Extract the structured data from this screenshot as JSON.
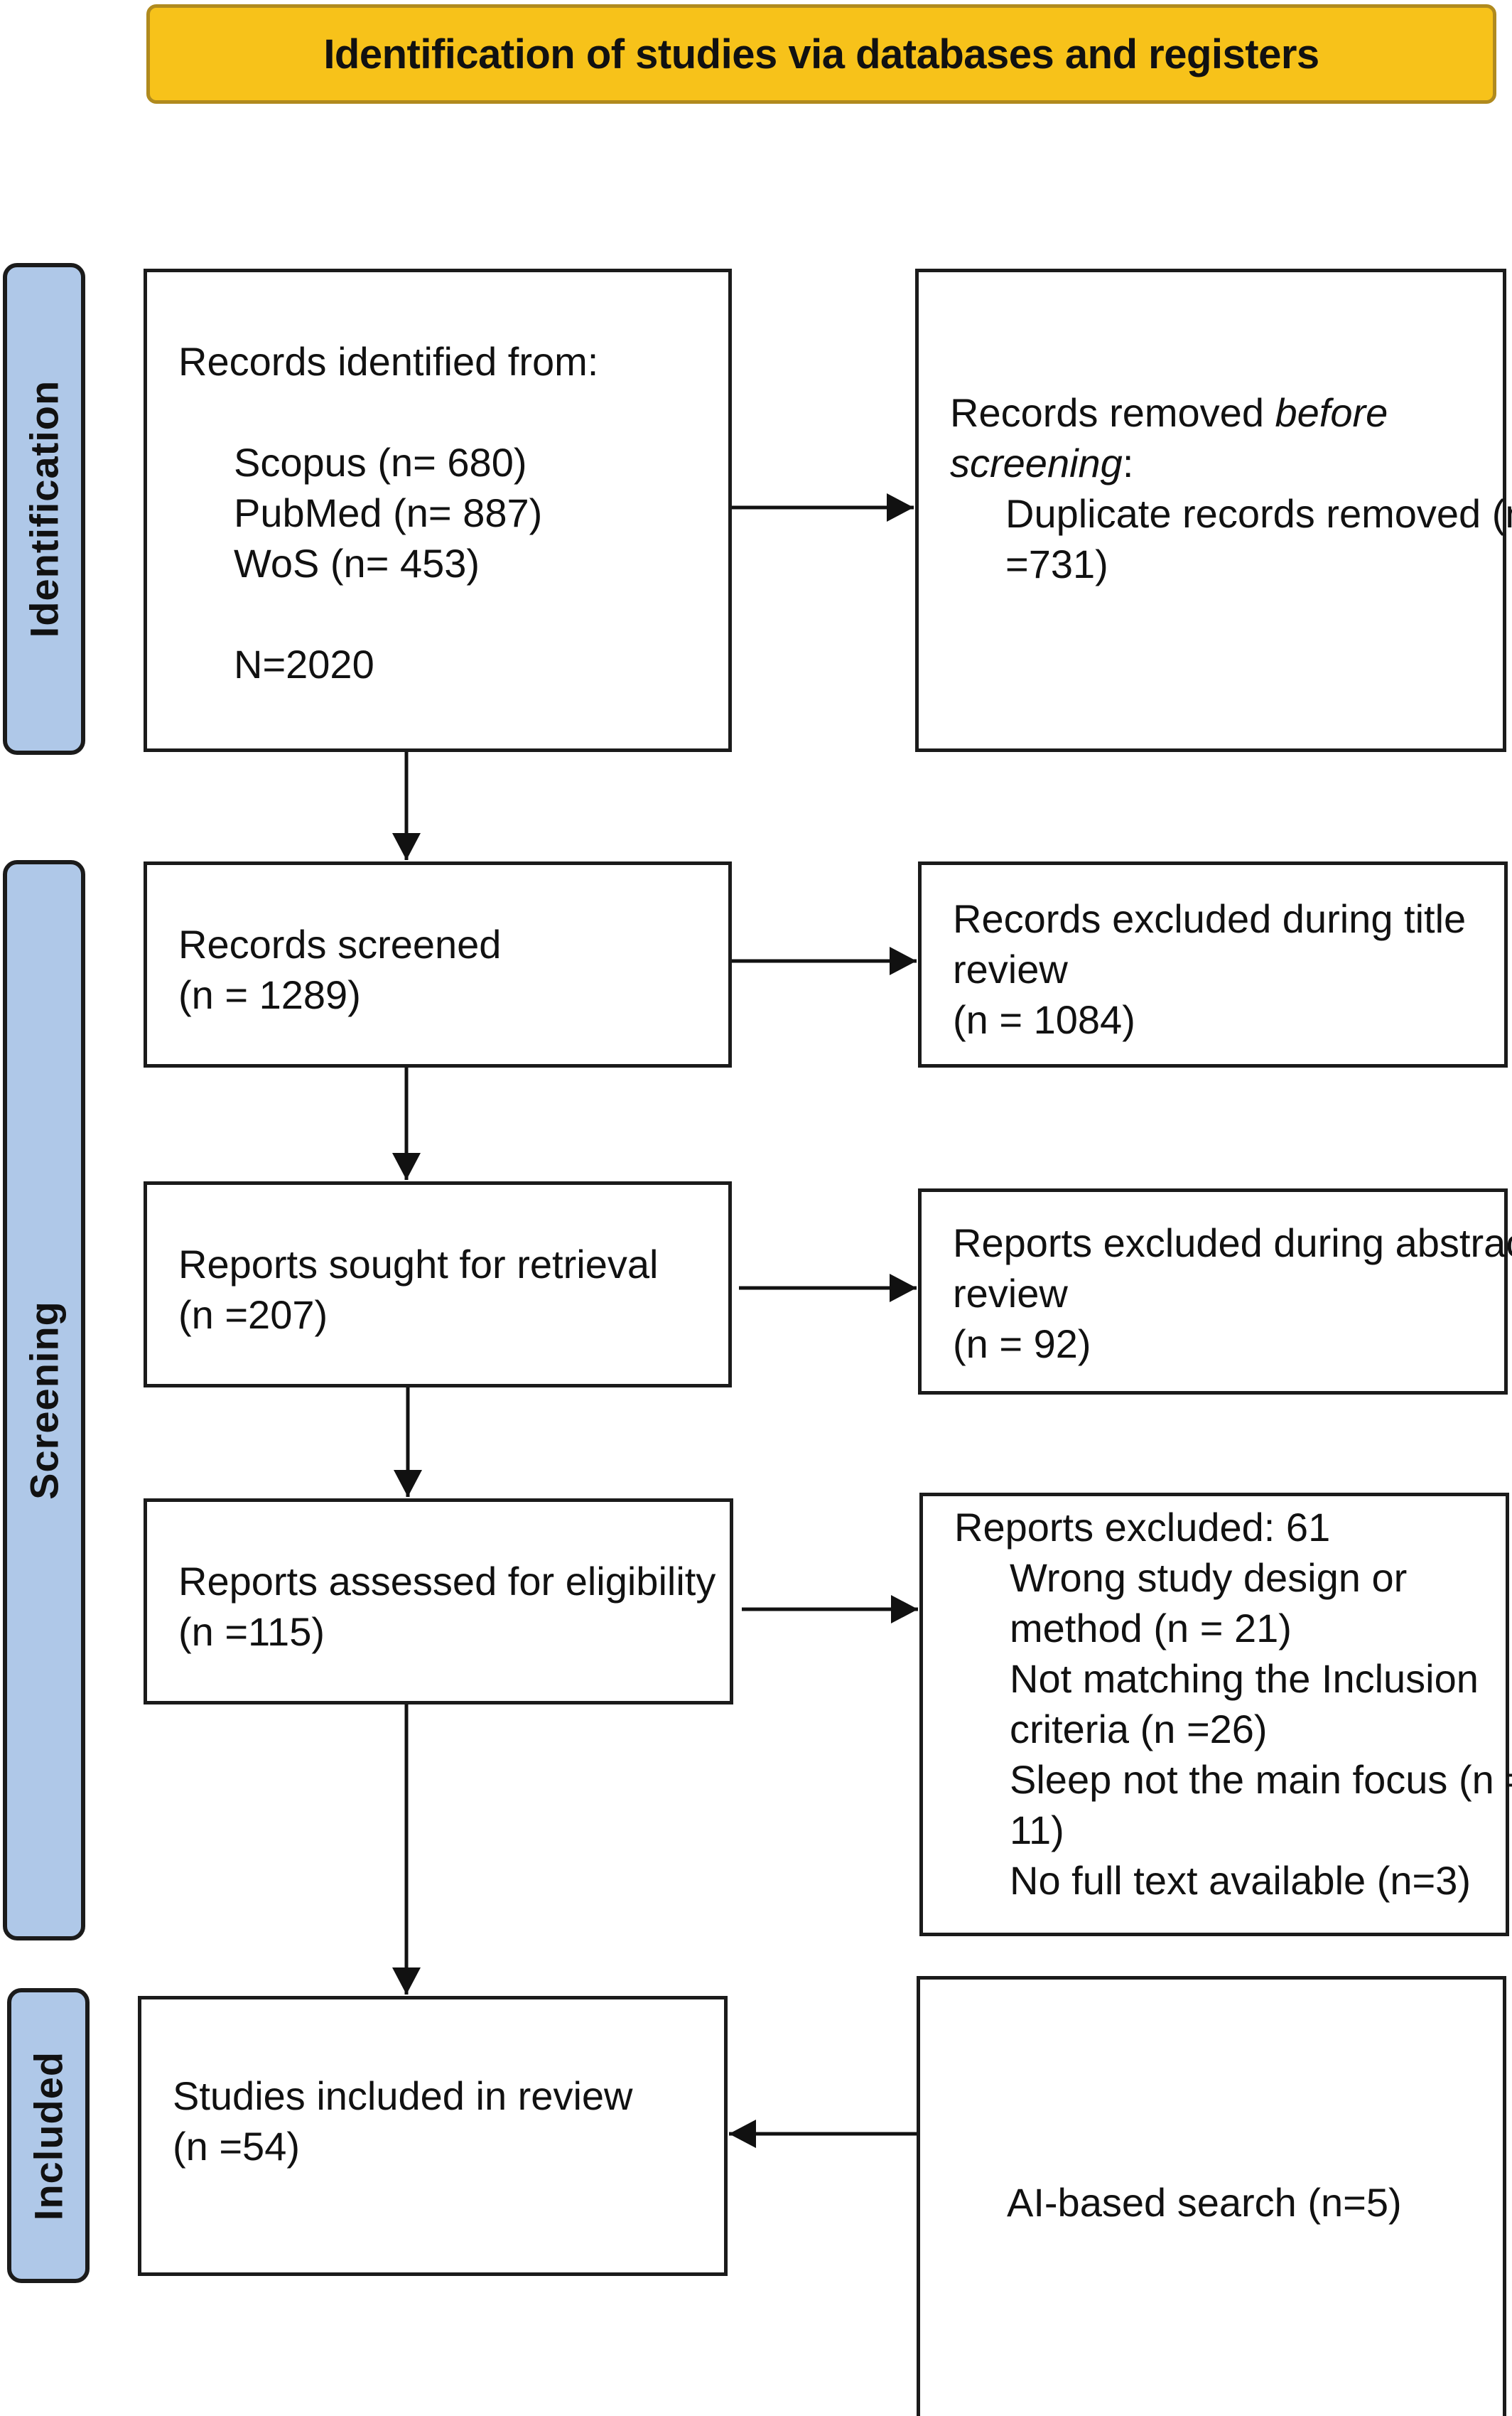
{
  "header": {
    "title": "Identification of studies via databases and registers"
  },
  "phases": {
    "identification": "Identification",
    "screening": "Screening",
    "included": "Included"
  },
  "identified": {
    "heading": "Records identified from:",
    "sources": [
      "Scopus (n= 680)",
      "PubMed (n= 887)",
      "WoS (n= 453)"
    ],
    "total": "N=2020"
  },
  "removed": {
    "line1_prefix": "Records removed ",
    "line1_em": "before",
    "line2_em": "screening",
    "line2_suffix": ":",
    "line3": "Duplicate records removed (n",
    "line4": "=731)"
  },
  "screened": {
    "label": "Records screened",
    "count": "(n = 1289)"
  },
  "excluded_title": {
    "line1": "Records excluded during title",
    "line2": "review",
    "count": "(n = 1084)"
  },
  "sought": {
    "label": "Reports sought for retrieval",
    "count": "(n =207)"
  },
  "excluded_abstract": {
    "line1": "Reports excluded during abstract",
    "line2": "review",
    "count": "(n = 92)"
  },
  "assessed": {
    "label": "Reports assessed for eligibility",
    "count": "(n =115)"
  },
  "excluded_reports": {
    "heading": "Reports excluded: 61",
    "lines": [
      "Wrong study design or",
      "method (n = 21)",
      "Not matching the Inclusion",
      "criteria (n =26)",
      "Sleep not the main focus (n =",
      "11)",
      "No full text available (n=3)"
    ]
  },
  "included": {
    "label": "Studies included in review",
    "count": "(n =54)"
  },
  "ai_search": {
    "label": "AI-based search (n=5)"
  }
}
